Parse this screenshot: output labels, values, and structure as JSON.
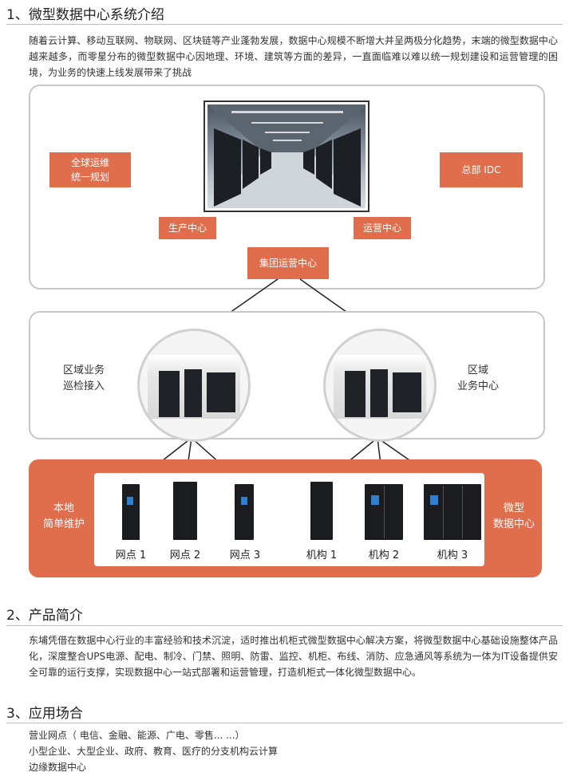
{
  "section1": {
    "heading": "1、微型数据中心系统介绍",
    "paragraph": "随着云计算、移动互联网、物联网、区块链等产业蓬勃发展，数据中心规模不断增大并呈两极分化趋势，末端的微型数据中心越来越多，而零星分布的微型数据中心因地理、环境、建筑等方面的差异，一直面临难以难以统一规划建设和运营管理的困境，为业务的快速上线发展带来了挑战"
  },
  "diagram": {
    "top": {
      "left_tag": "全球运维\n统一规划",
      "right_tag": "总部 IDC",
      "prod_tag": "生产中心",
      "ops_tag": "运营中心",
      "group_tag": "集团运营中心"
    },
    "middle": {
      "left_label": "区域业务\n巡检接入",
      "right_label": "区域\n业务中心"
    },
    "bottom": {
      "left_label": "本地\n简单维护",
      "right_label": "微型\n数据中心",
      "items": [
        "网点 1",
        "网点 2",
        "网点 3",
        "机构 1",
        "机构 2",
        "机构 3"
      ]
    }
  },
  "section2": {
    "heading": "2、产品简介",
    "paragraph": "东埔凭借在数据中心行业的丰富经验和技术沉淀，适时推出机柜式微型数据中心解决方案，将微型数据中心基础设施整体产品化，深度整合UPS电源、配电、制冷、门禁、照明、防雷、监控、机柜、布线、消防、应急通风等系统为一体为IT设备提供安全可靠的运行支撑，实现数据中心一站式部署和运营管理，打造机柜式一体化微型数据中心。"
  },
  "section3": {
    "heading": "3、应用场合",
    "items": [
      "营业网点（ 电信、金融、能源、广电、零售... ...）",
      "小型企业、大型企业、政府、教育、医疗的分支机构云计算",
      "边缘数据中心"
    ]
  },
  "colors": {
    "accent": "#e06e4c",
    "border": "#c8c8c8"
  }
}
